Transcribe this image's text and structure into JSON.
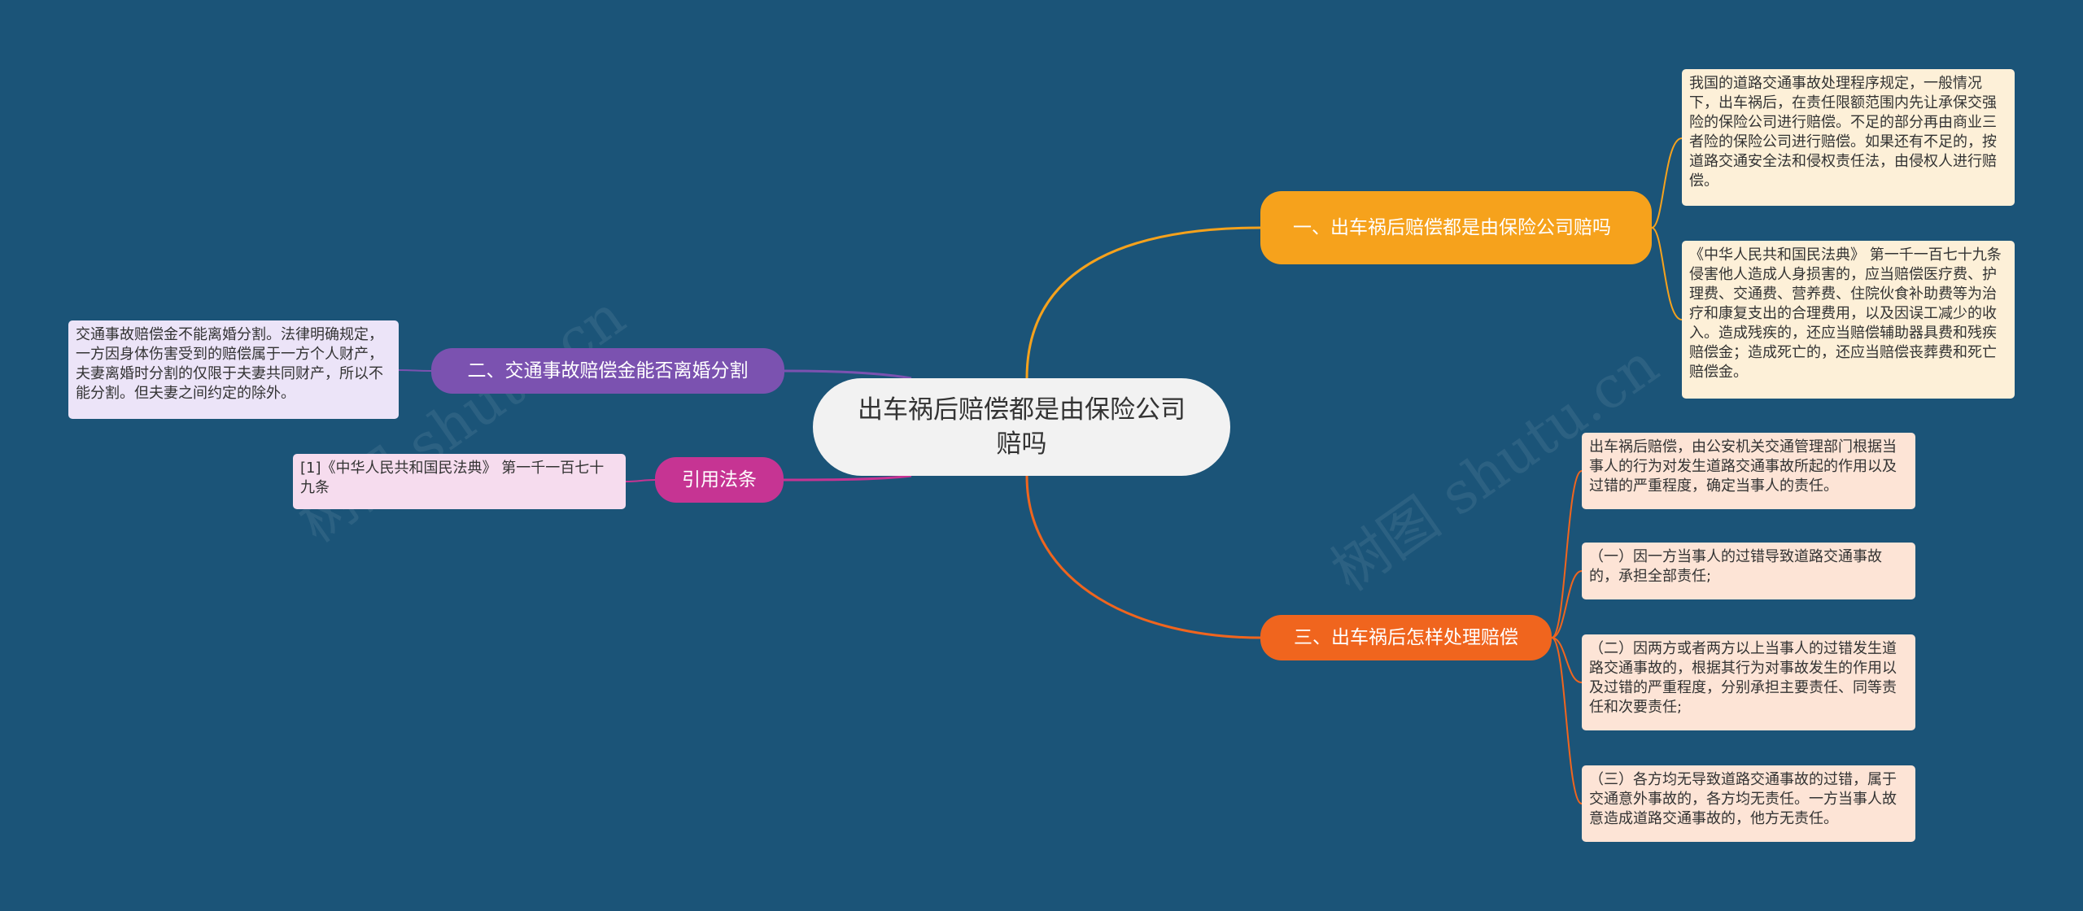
{
  "watermark": "树图 shutu.cn",
  "center": "出车祸后赔偿都是由保险公司赔吗",
  "branches": {
    "b1": "一、出车祸后赔偿都是由保险公司赔吗",
    "b2": "二、交通事故赔偿金能否离婚分割",
    "b3": "引用法条",
    "b4": "三、出车祸后怎样处理赔偿"
  },
  "leaves": {
    "l1": "我国的道路交通事故处理程序规定，一般情况下，出车祸后，在责任限额范围内先让承保交强险的保险公司进行赔偿。不足的部分再由商业三者险的保险公司进行赔偿。如果还有不足的，按道路交通安全法和侵权责任法，由侵权人进行赔偿。",
    "l2": "《中华人民共和国民法典》 第一千一百七十九条 侵害他人造成人身损害的，应当赔偿医疗费、护理费、交通费、营养费、住院伙食补助费等为治疗和康复支出的合理费用，以及因误工减少的收入。造成残疾的，还应当赔偿辅助器具费和残疾赔偿金；造成死亡的，还应当赔偿丧葬费和死亡赔偿金。",
    "l3": "交通事故赔偿金不能离婚分割。法律明确规定，一方因身体伤害受到的赔偿属于一方个人财产，夫妻离婚时分割的仅限于夫妻共同财产，所以不能分割。但夫妻之间约定的除外。",
    "l4": "[1]《中华人民共和国民法典》 第一千一百七十九条",
    "l5": "出车祸后赔偿，由公安机关交通管理部门根据当事人的行为对发生道路交通事故所起的作用以及过错的严重程度，确定当事人的责任。",
    "l6": "（一）因一方当事人的过错导致道路交通事故的，承担全部责任;",
    "l7": "（二）因两方或者两方以上当事人的过错发生道路交通事故的，根据其行为对事故发生的作用以及过错的严重程度，分别承担主要责任、同等责任和次要责任;",
    "l8": "（三）各方均无导致道路交通事故的过错，属于交通意外事故的，各方均无责任。一方当事人故意造成道路交通事故的，他方无责任。"
  },
  "colors": {
    "background": "#1b5478",
    "branch1": "#f6a21c",
    "branch2": "#7b52b0",
    "branch3": "#c63493",
    "branch4": "#f0651e"
  }
}
